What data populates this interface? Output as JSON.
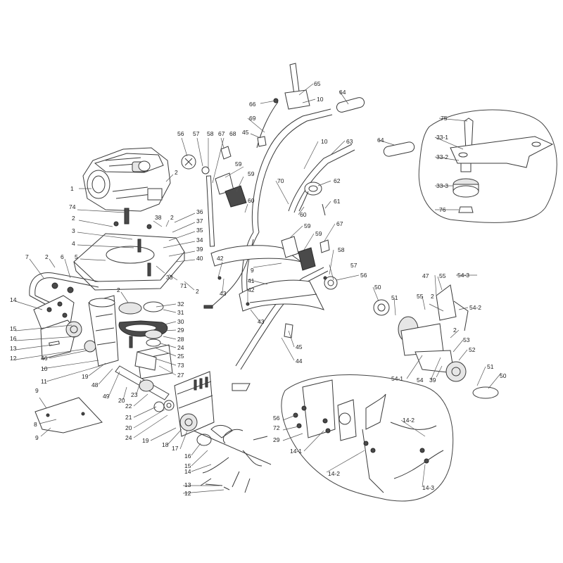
{
  "callouts": [
    {
      "id": "c1",
      "text": "1"
    },
    {
      "id": "c2a",
      "text": "2"
    },
    {
      "id": "c74",
      "text": "74"
    },
    {
      "id": "c2b",
      "text": "2"
    },
    {
      "id": "c3",
      "text": "3"
    },
    {
      "id": "c4",
      "text": "4"
    },
    {
      "id": "c5",
      "text": "5"
    },
    {
      "id": "c7",
      "text": "7"
    },
    {
      "id": "c2c",
      "text": "2"
    },
    {
      "id": "c6",
      "text": "6"
    },
    {
      "id": "c14a",
      "text": "14"
    },
    {
      "id": "c15a",
      "text": "15"
    },
    {
      "id": "c16a",
      "text": "16"
    },
    {
      "id": "c13a",
      "text": "13"
    },
    {
      "id": "c12a",
      "text": "12"
    },
    {
      "id": "c46",
      "text": "46"
    },
    {
      "id": "c10a",
      "text": "10"
    },
    {
      "id": "c11",
      "text": "11"
    },
    {
      "id": "c19a",
      "text": "19"
    },
    {
      "id": "c48",
      "text": "48"
    },
    {
      "id": "c49",
      "text": "49"
    },
    {
      "id": "c20a",
      "text": "20"
    },
    {
      "id": "c23",
      "text": "23"
    },
    {
      "id": "c9a",
      "text": "9"
    },
    {
      "id": "c8",
      "text": "8"
    },
    {
      "id": "c9b",
      "text": "9"
    },
    {
      "id": "c22",
      "text": "22"
    },
    {
      "id": "c21",
      "text": "21"
    },
    {
      "id": "c20b",
      "text": "20"
    },
    {
      "id": "c24a",
      "text": "24"
    },
    {
      "id": "c19b",
      "text": "19"
    },
    {
      "id": "c18",
      "text": "18"
    },
    {
      "id": "c17",
      "text": "17"
    },
    {
      "id": "c16b",
      "text": "16"
    },
    {
      "id": "c15b",
      "text": "15"
    },
    {
      "id": "c14b",
      "text": "14"
    },
    {
      "id": "c13b",
      "text": "13"
    },
    {
      "id": "c12b",
      "text": "12"
    },
    {
      "id": "c38",
      "text": "38"
    },
    {
      "id": "c2d",
      "text": "2"
    },
    {
      "id": "c36",
      "text": "36"
    },
    {
      "id": "c37",
      "text": "37"
    },
    {
      "id": "c35",
      "text": "35"
    },
    {
      "id": "c34",
      "text": "34"
    },
    {
      "id": "c39a",
      "text": "39"
    },
    {
      "id": "c40",
      "text": "40"
    },
    {
      "id": "c33",
      "text": "33"
    },
    {
      "id": "c71",
      "text": "71"
    },
    {
      "id": "c2e",
      "text": "2"
    },
    {
      "id": "c32",
      "text": "32"
    },
    {
      "id": "c31",
      "text": "31"
    },
    {
      "id": "c30",
      "text": "30"
    },
    {
      "id": "c29a",
      "text": "29"
    },
    {
      "id": "c28",
      "text": "28"
    },
    {
      "id": "c24b",
      "text": "24"
    },
    {
      "id": "c25",
      "text": "25"
    },
    {
      "id": "c73",
      "text": "73"
    },
    {
      "id": "c27",
      "text": "27"
    },
    {
      "id": "c2f",
      "text": "2"
    },
    {
      "id": "c56a",
      "text": "56"
    },
    {
      "id": "c57a",
      "text": "57"
    },
    {
      "id": "c58a",
      "text": "58"
    },
    {
      "id": "c67a",
      "text": "67"
    },
    {
      "id": "c68",
      "text": "68"
    },
    {
      "id": "c45a",
      "text": "45"
    },
    {
      "id": "c59a",
      "text": "59"
    },
    {
      "id": "c59b",
      "text": "59"
    },
    {
      "id": "c60a",
      "text": "60"
    },
    {
      "id": "c42a",
      "text": "42"
    },
    {
      "id": "c43a",
      "text": "43"
    },
    {
      "id": "c9c",
      "text": "9"
    },
    {
      "id": "c41",
      "text": "41"
    },
    {
      "id": "c42b",
      "text": "42"
    },
    {
      "id": "c43b",
      "text": "43"
    },
    {
      "id": "c45b",
      "text": "45"
    },
    {
      "id": "c44",
      "text": "44"
    },
    {
      "id": "c66",
      "text": "66"
    },
    {
      "id": "c65",
      "text": "65"
    },
    {
      "id": "c10b",
      "text": "10"
    },
    {
      "id": "c64a",
      "text": "64"
    },
    {
      "id": "c69",
      "text": "69"
    },
    {
      "id": "c10c",
      "text": "10"
    },
    {
      "id": "c63",
      "text": "63"
    },
    {
      "id": "c64b",
      "text": "64"
    },
    {
      "id": "c70",
      "text": "70"
    },
    {
      "id": "c62",
      "text": "62"
    },
    {
      "id": "c61",
      "text": "61"
    },
    {
      "id": "c60b",
      "text": "60"
    },
    {
      "id": "c59c",
      "text": "59"
    },
    {
      "id": "c59d",
      "text": "59"
    },
    {
      "id": "c67b",
      "text": "67"
    },
    {
      "id": "c58b",
      "text": "58"
    },
    {
      "id": "c57b",
      "text": "57"
    },
    {
      "id": "c56b",
      "text": "56"
    },
    {
      "id": "c75",
      "text": "75"
    },
    {
      "id": "c331",
      "text": "33-1"
    },
    {
      "id": "c332",
      "text": "33-2"
    },
    {
      "id": "c333",
      "text": "33-3"
    },
    {
      "id": "c76",
      "text": "76"
    },
    {
      "id": "c50a",
      "text": "50"
    },
    {
      "id": "c51a",
      "text": "51"
    },
    {
      "id": "c55a",
      "text": "55"
    },
    {
      "id": "c2g",
      "text": "2"
    },
    {
      "id": "c47",
      "text": "47"
    },
    {
      "id": "c55b",
      "text": "55"
    },
    {
      "id": "c543a",
      "text": "54-3"
    },
    {
      "id": "c542",
      "text": "54-2"
    },
    {
      "id": "c2h",
      "text": "2"
    },
    {
      "id": "c53",
      "text": "53"
    },
    {
      "id": "c52",
      "text": "52"
    },
    {
      "id": "c541",
      "text": "54-1"
    },
    {
      "id": "c54",
      "text": "54"
    },
    {
      "id": "c39b",
      "text": "39"
    },
    {
      "id": "c51b",
      "text": "51"
    },
    {
      "id": "c50b",
      "text": "50"
    },
    {
      "id": "c56c",
      "text": "56"
    },
    {
      "id": "c72",
      "text": "72"
    },
    {
      "id": "c29b",
      "text": "29"
    },
    {
      "id": "c141",
      "text": "14-1"
    },
    {
      "id": "c142a",
      "text": "14-2"
    },
    {
      "id": "c142b",
      "text": "14-2"
    },
    {
      "id": "c143",
      "text": "14-3"
    }
  ]
}
